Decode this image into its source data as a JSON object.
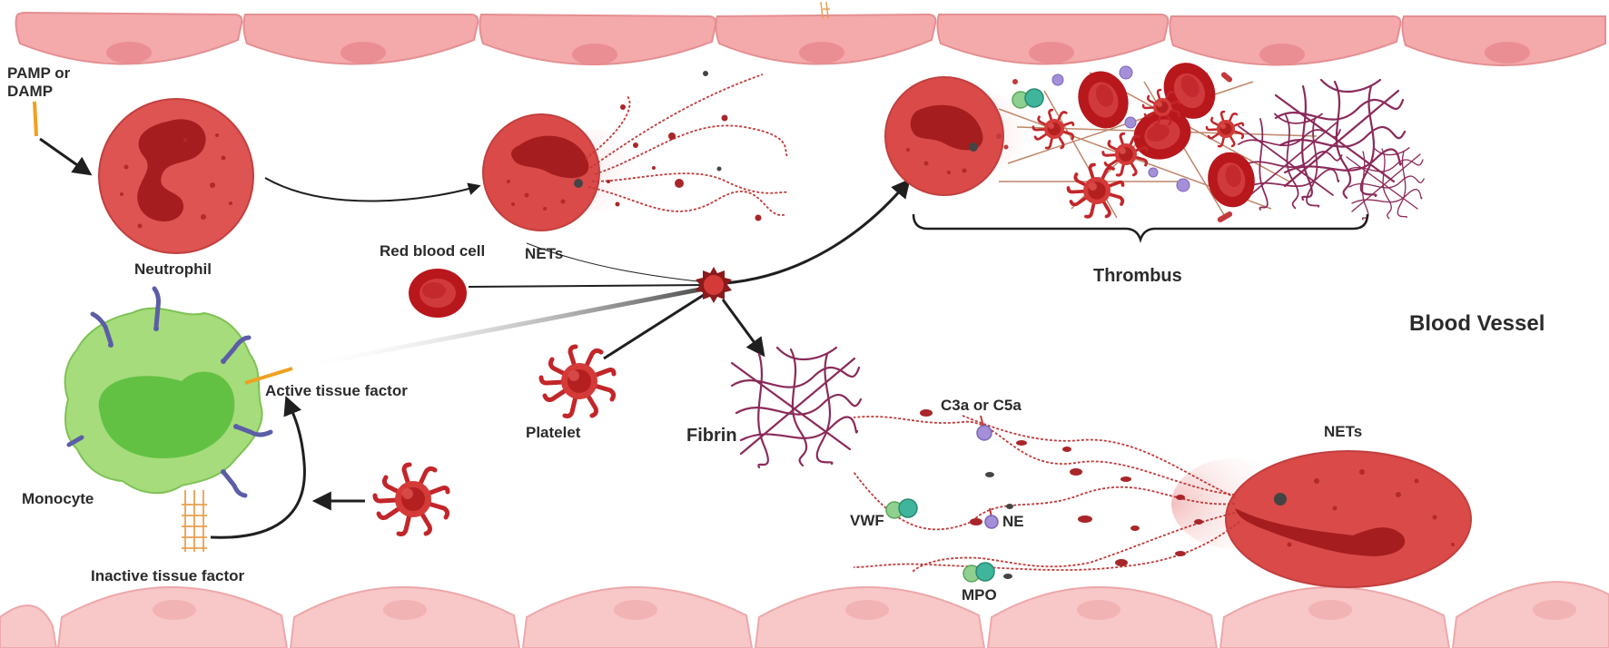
{
  "labels": {
    "pamp": [
      "PAMP or",
      "DAMP"
    ],
    "neutrophil": "Neutrophil",
    "red_blood_cell": "Red blood cell",
    "nets_top": "NETs",
    "thrombus": "Thrombus",
    "blood_vessel": "Blood Vessel",
    "active_tissue_factor": "Active tissue factor",
    "monocyte": "Monocyte",
    "inactive_tissue_factor": "Inactive tissue factor",
    "platelet": "Platelet",
    "fibrin": "Fibrin",
    "c3a_c5a": "C3a or C5a",
    "nets_bottom": "NETs",
    "vwf": "VWF",
    "ne": "NE",
    "mpo": "MPO"
  },
  "colors": {
    "endothelium_top": "#f4a9ab",
    "endothelium_bottom": "#f8c7c8",
    "cell_red": "#d9534f",
    "cell_dark": "#a61b1b",
    "monocyte_green": "#a6dc7c",
    "fibrin": "#8b2a5a",
    "arrow": "#1f1f1f"
  },
  "icons": [
    "endothelial-cell-icon",
    "neutrophil-icon",
    "red-blood-cell-icon",
    "platelet-icon",
    "monocyte-icon",
    "fibrin-mesh-icon",
    "net-strand-icon",
    "protein-dimer-icon",
    "tissue-factor-icon"
  ]
}
